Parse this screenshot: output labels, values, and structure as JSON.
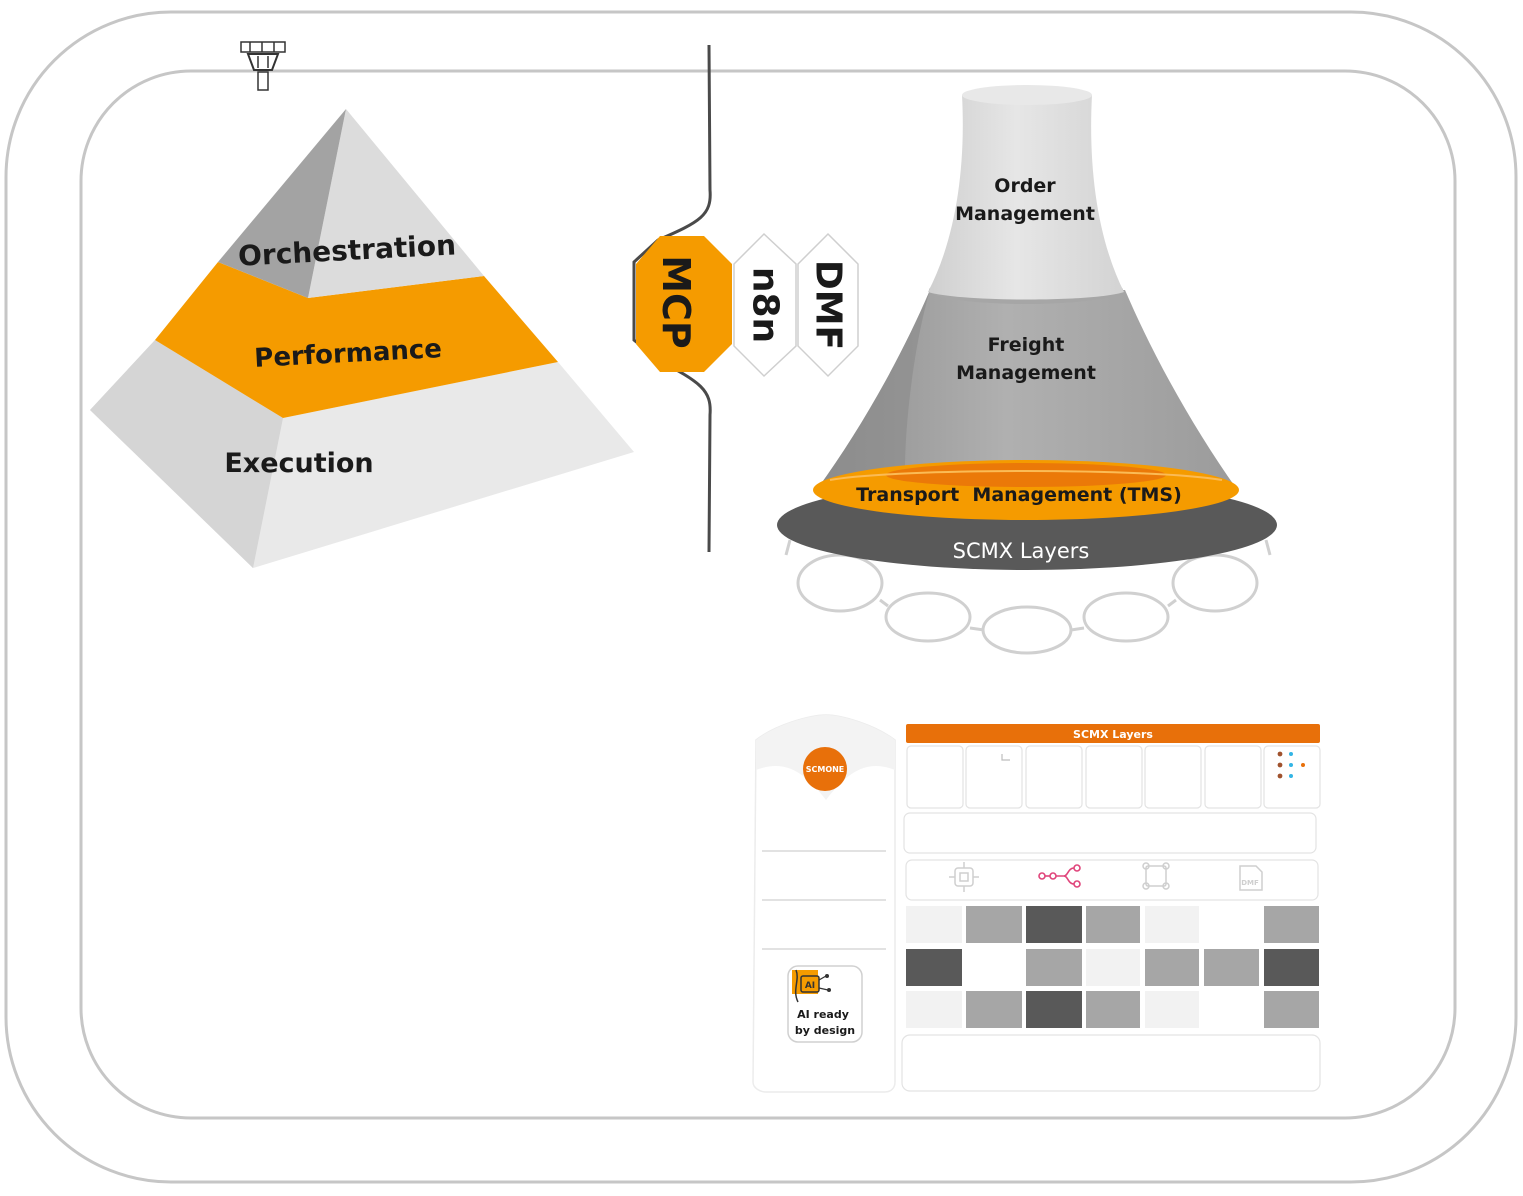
{
  "pyramid": {
    "layers": [
      {
        "label": "Orchestration"
      },
      {
        "label": "Performance"
      },
      {
        "label": "Execution"
      }
    ]
  },
  "connectors": [
    {
      "label": "MCP"
    },
    {
      "label": "n8n"
    },
    {
      "label": "DMF"
    }
  ],
  "tower": {
    "layers": [
      {
        "label_line1": "Order",
        "label_line2": "Management"
      },
      {
        "label_line1": "Freight",
        "label_line2": "Management"
      },
      {
        "label_line1": "Transport  Management (TMS)",
        "label_line2": ""
      }
    ],
    "base_label": "SCMX Layers"
  },
  "panel": {
    "header": "SCMX Layers",
    "logo": "SCMONE",
    "ai_badge_line1": "AI ready",
    "ai_badge_line2": "by design",
    "ai_chip": "AI"
  },
  "colors": {
    "orange": "#f59b00",
    "orange_dark": "#e8700a",
    "gray_light": "#d9d9d9",
    "gray_mid": "#a6a6a6",
    "gray_dark": "#595959",
    "pink": "#e0457b"
  },
  "icons": [
    "tower-icon",
    "ai-chip-icon",
    "workflow-icon",
    "dmf-doc-icon",
    "network-icon"
  ]
}
